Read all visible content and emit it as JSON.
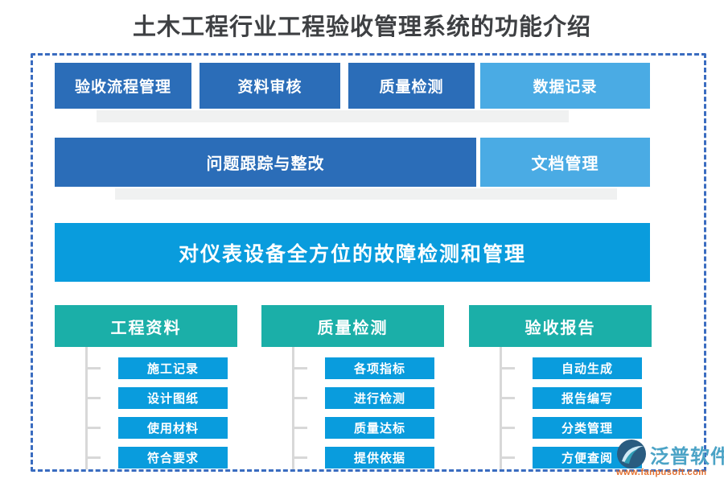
{
  "title": "土木工程行业工程验收管理系统的功能介绍",
  "rows": {
    "top": [
      "验收流程管理",
      "资料审核",
      "质量检测",
      "数据记录"
    ],
    "second": [
      "问题跟踪与整改",
      "文档管理"
    ]
  },
  "banner": "对仪表设备全方位的故障检测和管理",
  "columns": [
    {
      "header": "工程资料",
      "items": [
        "施工记录",
        "设计图纸",
        "使用材料",
        "符合要求"
      ]
    },
    {
      "header": "质量检测",
      "items": [
        "各项指标",
        "进行检测",
        "质量达标",
        "提供依据"
      ]
    },
    {
      "header": "验收报告",
      "items": [
        "自动生成",
        "报告编写",
        "分类管理",
        "方便查阅"
      ]
    }
  ],
  "watermark": {
    "brand": "泛普软件",
    "url": "www.fanpusoft.com"
  },
  "colors": {
    "dark_blue": "#2b6db8",
    "light_blue": "#4aabe4",
    "bright_blue": "#099cdd",
    "teal": "#1bafa8",
    "border_blue": "#3a6cc0",
    "shadow_gray": "#f0f1f1",
    "connector_gray": "#d8d8d8",
    "title_gray": "#3e4043",
    "brand_blue": "#4ba3c6",
    "url_orange": "#e4702e"
  }
}
